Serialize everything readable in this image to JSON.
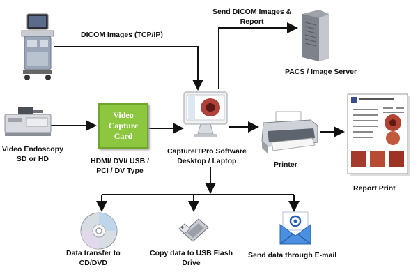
{
  "labels": {
    "dicom_images": "DICOM Images (TCP/IP)",
    "send_dicom": "Send DICOM Images &\nReport",
    "pacs": "PACS / Image Server",
    "video_endoscopy": "Video Endoscopy\nSD or HD",
    "capture_card": "Video\nCapture\nCard",
    "card_types": "HDMI/ DVI/ USB /\nPCI / DV  Type",
    "software": "CaptureITPro Software\nDesktop / Laptop",
    "printer": "Printer",
    "report_print": "Report  Print",
    "data_cd": "Data transfer to\nCD/DVD",
    "usb_flash": "Copy  data to USB Flash\nDrive",
    "email": "Send data through E-mail"
  },
  "colors": {
    "card_green": "#8dc63f",
    "arrow": "#111111"
  },
  "icons": [
    "ultrasound-scanner-icon",
    "endoscopy-processor-icon",
    "computer-monitor-icon",
    "server-tower-icon",
    "printer-icon",
    "report-sheet-icon",
    "cd-dvd-icon",
    "usb-flash-drive-icon",
    "email-envelope-icon"
  ]
}
